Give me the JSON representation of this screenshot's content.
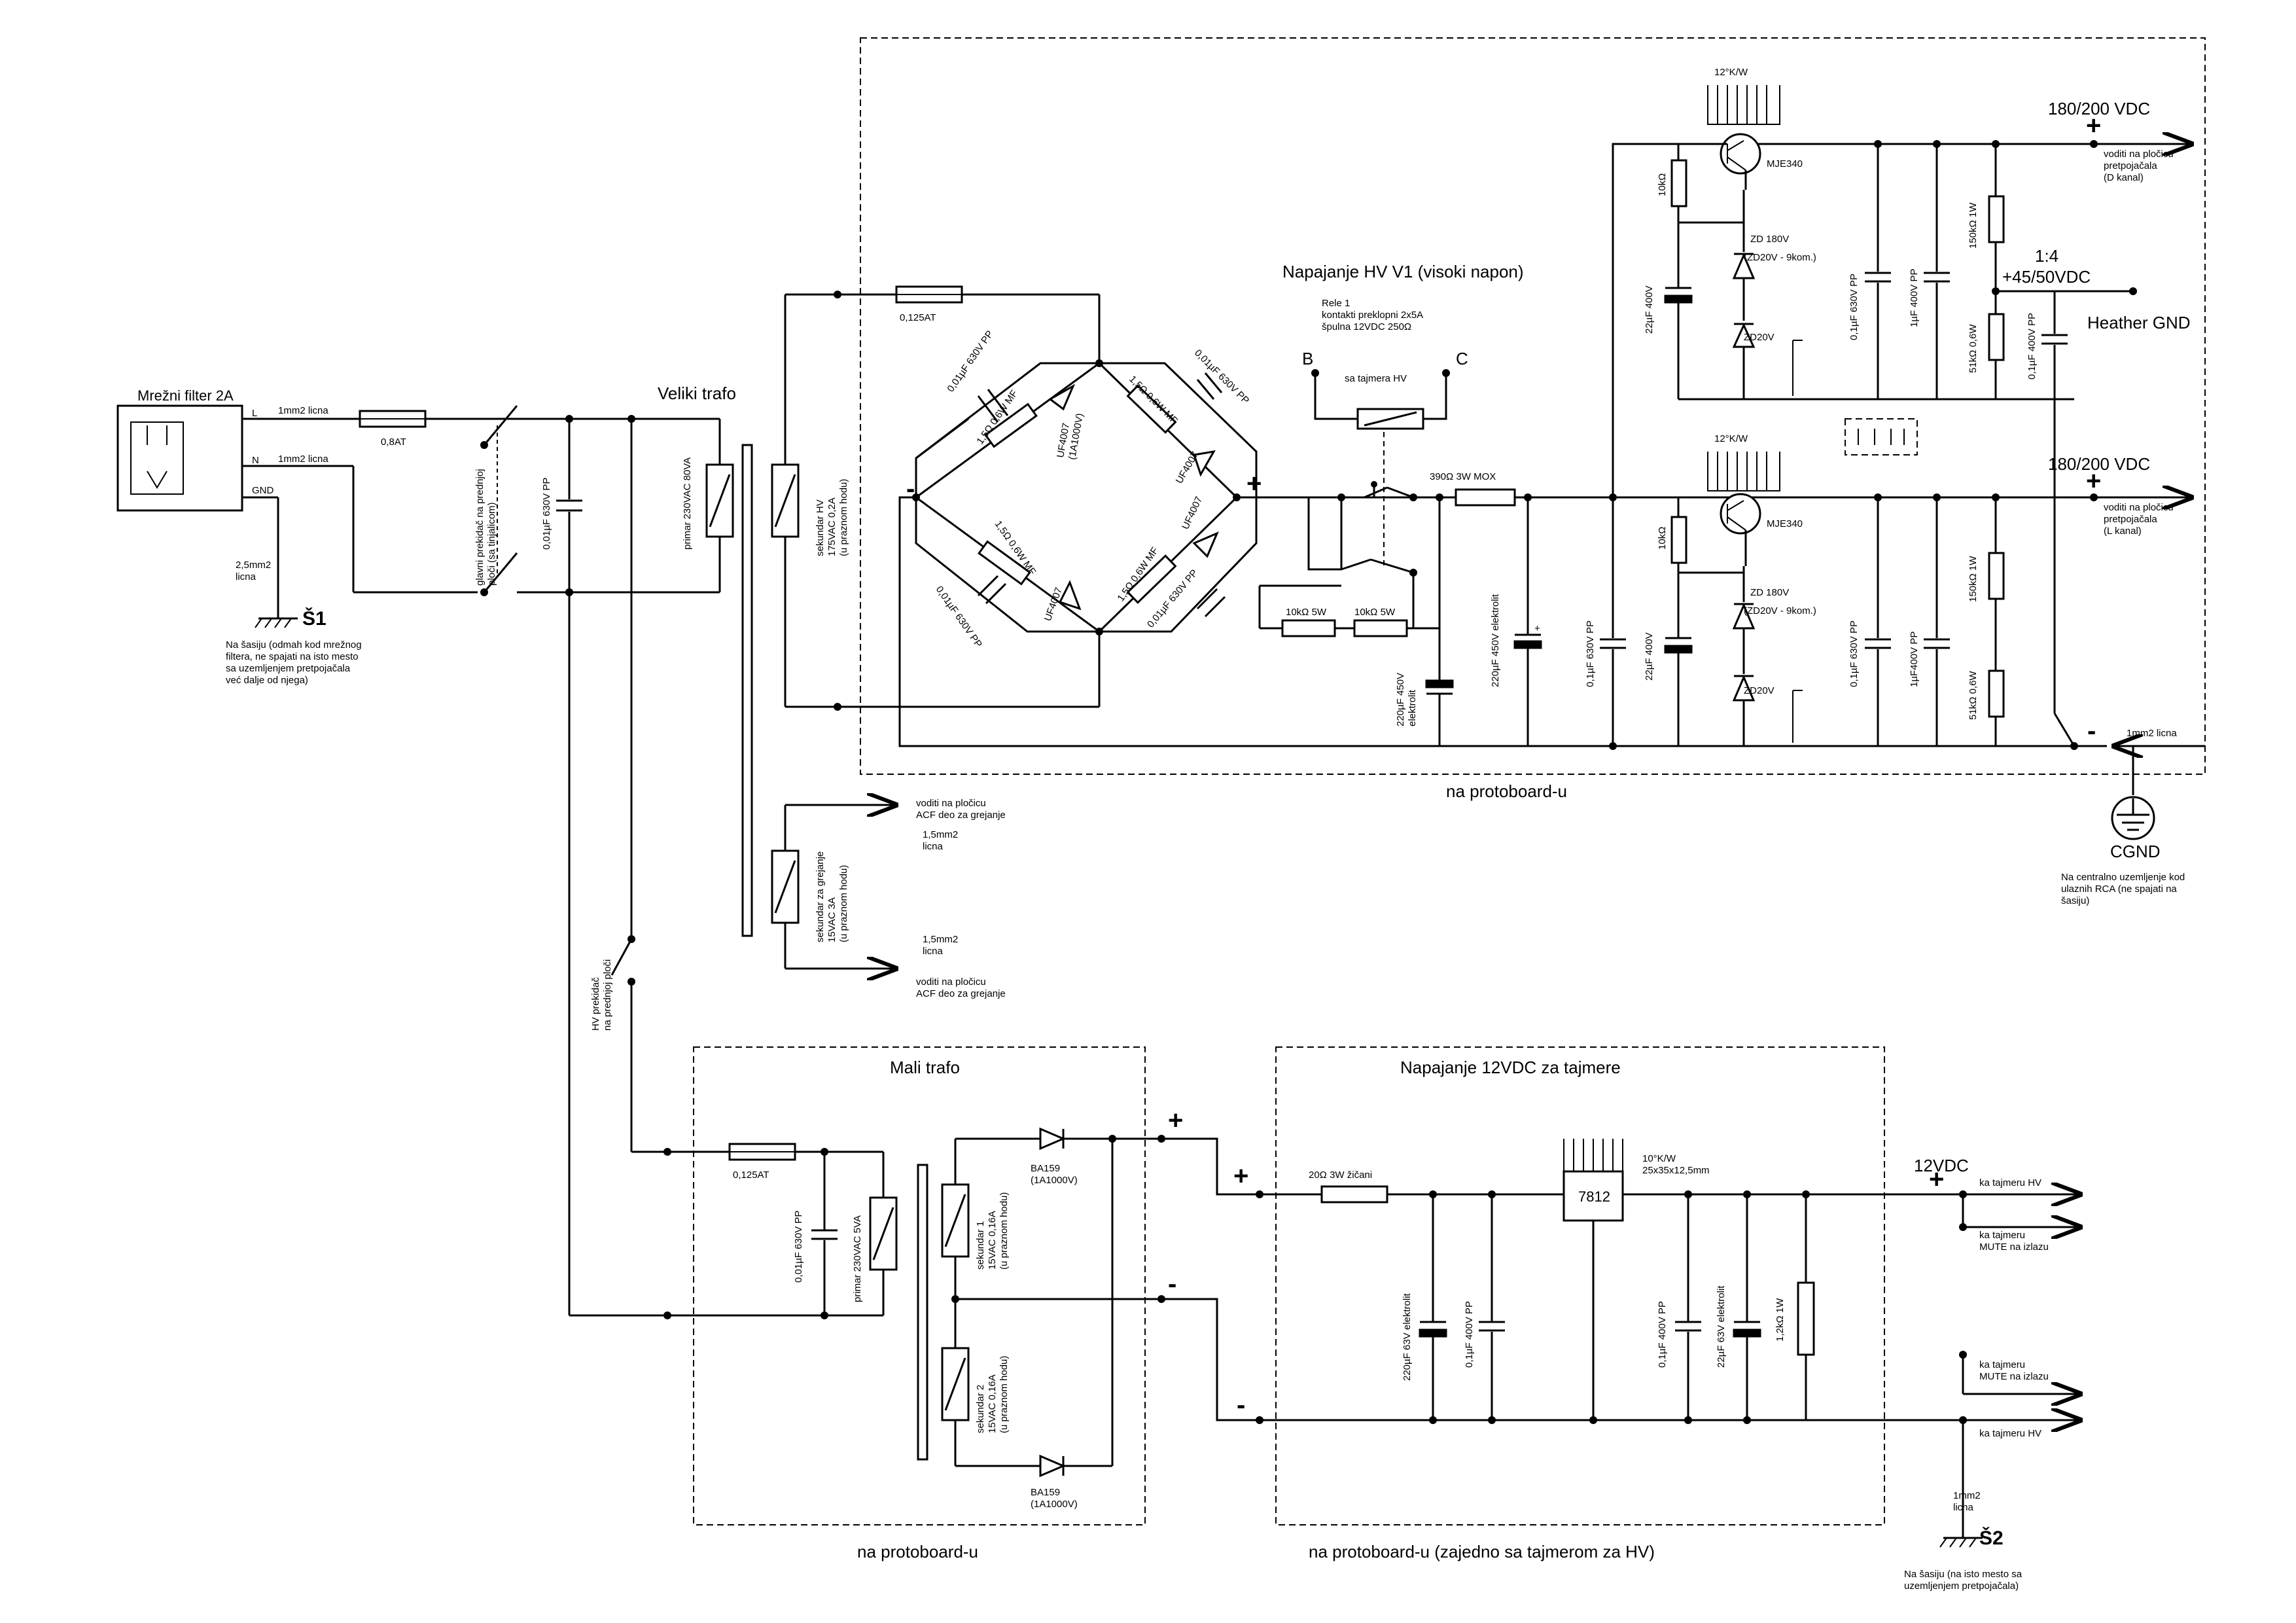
{
  "mains": {
    "filter_label": "Mrežni filter 2A",
    "L": "L",
    "N": "N",
    "GND": "GND",
    "wire_L": "1mm2 licna",
    "wire_N": "1mm2 licna",
    "gnd_wire": "2,5mm2\nlicna",
    "fuse": "0,8AT",
    "chassis1": "Š1",
    "chassis1_note": "Na šasiju (odmah kod mrežnog\nfiltera, ne spajati na isto mesto\nsa uzemljenjem pretpojačala\nveć dalje od njega)",
    "main_switch": "glavni prekidač na prednjoj\nploči (sa tinjalicom)",
    "cap": "0,01µF 630V PP",
    "hv_switch": "HV prekidač\nna prednjoj ploči"
  },
  "big_transformer": {
    "title": "Veliki trafo",
    "primary": "primar 230VAC 80VA",
    "secondary_hv": "sekundar HV\n175VAC 0,2A\n(u praznom hodu)",
    "secondary_heat": "sekundar za grejanje\n15VAC 3A\n(u praznom hodu)",
    "heat_out_top": "voditi na pločicu\nACF deo za grejanje",
    "heat_wire_top": "1,5mm2\nlicna",
    "heat_wire_bot": "1,5mm2\nlicna",
    "heat_out_bot": "voditi na pločicu\nACF deo za grejanje"
  },
  "hv_supply": {
    "title": "Napajanje HV V1 (visoki napon)",
    "box_caption": "na protoboard-u",
    "fuse": "0,125AT",
    "bridge_cap_tl": "0,01µF 630V PP",
    "bridge_cap_tr": "0,01µF 630V PP",
    "bridge_cap_bl": "0,01µF 630V PP",
    "bridge_cap_br": "0,01µF 630V PP",
    "bridge_res_tl": "1,5Ω 0,6W MF",
    "bridge_res_tr": "1,5Ω 0,6W MF",
    "bridge_res_bl": "1,5Ω 0,6W MF",
    "bridge_res_br": "1,5Ω 0,6W MF",
    "diode_tl": "UF4007\n(1A1000V)",
    "diode_tr": "UF4007",
    "diode_bl": "UF4007",
    "diode_br": "UF4007",
    "minus": "-",
    "plus": "+",
    "relay": "Rele 1\nkontakti preklopni 2x5A\nšpulna 12VDC  250Ω",
    "relay_b": "B",
    "relay_c": "C",
    "relay_timer": "sa tajmera HV",
    "r_mox": "390Ω 3W MOX",
    "r_10k_a": "10kΩ 5W",
    "r_10k_b": "10kΩ 5W",
    "cap_220": "220µF 450V\nelektrolit",
    "cap_220b": "220µF 450V elektrolit",
    "cap_01": "0,1µF 630V PP",
    "ch1": {
      "heatsink": "12°K/W",
      "transistor": "MJE340",
      "r_base": "10kΩ",
      "zd": "ZD 180V",
      "zd_chain": "(ZD20V - 9kom.)",
      "zd20": "ZD20V",
      "cap_22": "22µF 400V",
      "cap_01": "0,1µF 630V PP",
      "cap_1": "1µF 400V PP",
      "r_150": "150kΩ 1W",
      "r_51": "51kΩ 0,6W",
      "out_v": "180/200 VDC",
      "out_note": "voditi na pločicu\npretpojačala\n(D kanal)"
    },
    "ch2": {
      "heatsink": "12°K/W",
      "transistor": "MJE340",
      "r_base": "10kΩ",
      "zd": "ZD 180V",
      "zd_chain": "(ZD20V - 9kom.)",
      "zd20": "ZD20V",
      "cap_22": "22µF 400V",
      "cap_01": "0,1µF 630V PP",
      "cap_1": "1µF400V PP",
      "r_150": "150kΩ 1W",
      "r_51": "51kΩ 0,6W",
      "out_v": "180/200 VDC",
      "out_note": "voditi na pločicu\npretpojačala\n(L kanal)"
    },
    "divider_ratio": "1:4",
    "heater_v": "+45/50VDC",
    "heater_gnd": "Heather GND",
    "heater_cap": "0,1µF 400V PP",
    "minus_out": "-",
    "gnd_wire": "1mm2 licna",
    "cgnd": "CGND",
    "cgnd_note": "Na centralno uzemljenje kod\nulaznih RCA (ne spajati na\nšasiju)"
  },
  "small_transformer": {
    "title": "Mali trafo",
    "box_caption": "na protoboard-u",
    "fuse": "0,125AT",
    "cap": "0,01µF 630V PP",
    "primary": "primar 230VAC 5VA",
    "sec1": "sekundar 1\n15VAC 0,16A\n(u praznom hodu)",
    "sec2": "sekundar 2\n15VAC 0,16A\n(u praznom hodu)",
    "d1": "BA159\n(1A1000V)",
    "d2": "BA159\n(1A1000V)",
    "plus": "+",
    "minus": "-"
  },
  "supply_12v": {
    "title": "Napajanje 12VDC za tajmere",
    "box_caption": "na protoboard-u (zajedno sa tajmerom za HV)",
    "plus_in": "+",
    "minus_in": "-",
    "r_in": "20Ω 3W žičani",
    "heatsink": "10°K/W\n25x35x12,5mm",
    "regulator": "7812",
    "cap_220": "220µF 63V elektrolit",
    "cap_01a": "0,1µF 400V PP",
    "cap_01b": "0,1µF 400V PP",
    "cap_22": "22µF 63V elektrolit",
    "r_load": "1,2kΩ 1W",
    "out_v": "12VDC",
    "out_plus": "+",
    "out1": "ka tajmeru HV",
    "out2": "ka tajmeru\nMUTE na izlazu",
    "out3": "ka tajmeru\nMUTE na izlazu",
    "out4": "ka tajmeru HV",
    "gnd_wire": "1mm2\nlicna",
    "chassis2": "Š2",
    "chassis2_note": "Na šasiju  (na isto mesto sa\nuzemljenjem pretpojačala)"
  }
}
